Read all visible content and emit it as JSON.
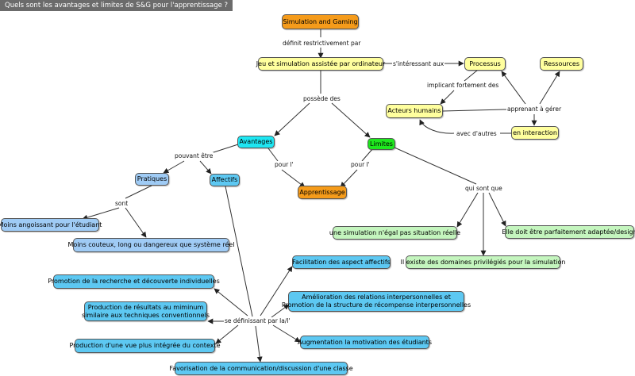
{
  "title": "Quels sont les avantages et limites de S&G pour l'apprentissage ?",
  "colors": {
    "orange": "#f59b1a",
    "yellow": "#ffff9e",
    "cyan": "#1ee6f2",
    "green": "#1ee81e",
    "blue": "#5dc8f2",
    "lightblue": "#9fcbf5",
    "palegreen": "#c4f5be",
    "edge": "#333333"
  },
  "nodes": {
    "simulation_gaming": "Simulation and Gaming",
    "jeu_simulation": "Jeu et simulation assistée par ordinateur",
    "processus": "Processus",
    "ressources": "Ressources",
    "acteurs_humains": "Acteurs humains",
    "en_interaction": "en interaction",
    "avantages": "Avantages",
    "limites": "Limites",
    "pratiques": "Pratiques",
    "affectifs": "Affectifs",
    "apprentissage": "Apprentissage",
    "moins_angoissant": "Moins angoissant pour l'étudiant",
    "moins_couteux": "Moins couteux, long ou dangereux que système réel",
    "simulation_egal": "une simulation n'égal pas situation réelle",
    "adaptee": "Elle doit être parfaitement adaptée/design",
    "domaines": "Il existe des domaines privilégiés pour la simulation",
    "facilitation": "Facilitation des aspect affectifs",
    "promotion_recherche": "Promotion de la recherche et découverte individuelles",
    "production_resultats_1": "Production de résultats au miminum",
    "production_resultats_2": "similaire aux techniques conventionnels",
    "amelioration_1": "Amélioration des relations interpersonnelles et",
    "amelioration_2": "Promotion de la structure de récompense interpersonnelles",
    "production_vue": "Production d'une vue plus intégrée du contexte",
    "augmentation": "Augmentation la motivation des étudiants",
    "favorisation": "Favorisation de la communication/discussion d'une classe"
  },
  "links": {
    "definit": "définit restrictivement par",
    "interessant": "s'intéressant aux",
    "implicant": "implicant fortement des",
    "apprenant": "apprenant à gérer",
    "avec_autres": "avec d'autres",
    "possede": "possède des",
    "pouvant_etre": "pouvant être",
    "pour_l_1": "pour l'",
    "pour_l_2": "pour l'",
    "qui_sont_que": "qui sont que",
    "sont": "sont",
    "se_definissant": "se définissant par la/l'"
  }
}
